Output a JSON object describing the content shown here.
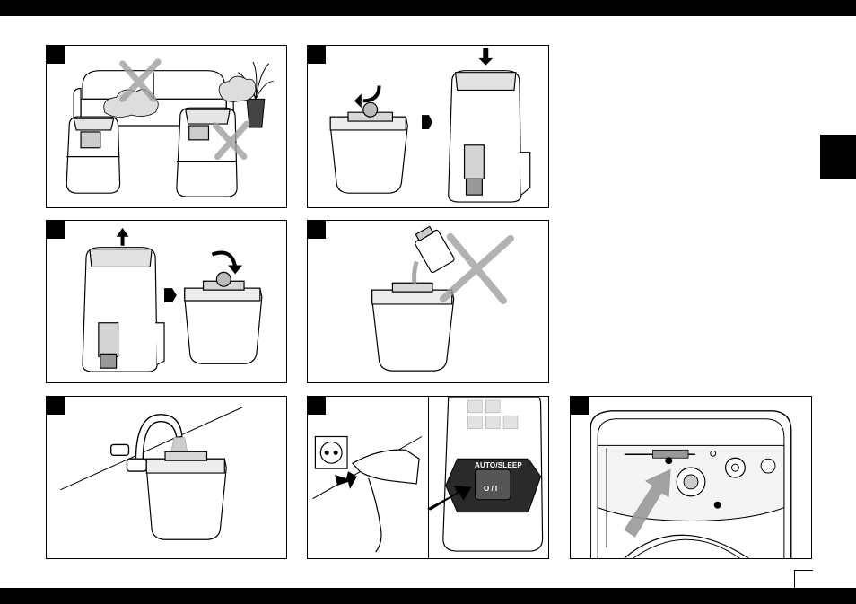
{
  "header": {},
  "panels": [
    {
      "id": "p1",
      "description": ""
    },
    {
      "id": "p2",
      "description": ""
    },
    {
      "id": "p3",
      "description": ""
    },
    {
      "id": "p4",
      "description": ""
    },
    {
      "id": "p5",
      "description": ""
    },
    {
      "id": "p6",
      "description": ""
    },
    {
      "id": "p7",
      "description": ""
    }
  ],
  "control_panel": {
    "auto_sleep_label": "AUTO/SLEEP",
    "power_label": "O / I"
  },
  "colors": {
    "bar": "#000000",
    "arrow_fill": "#9a9a9a"
  }
}
